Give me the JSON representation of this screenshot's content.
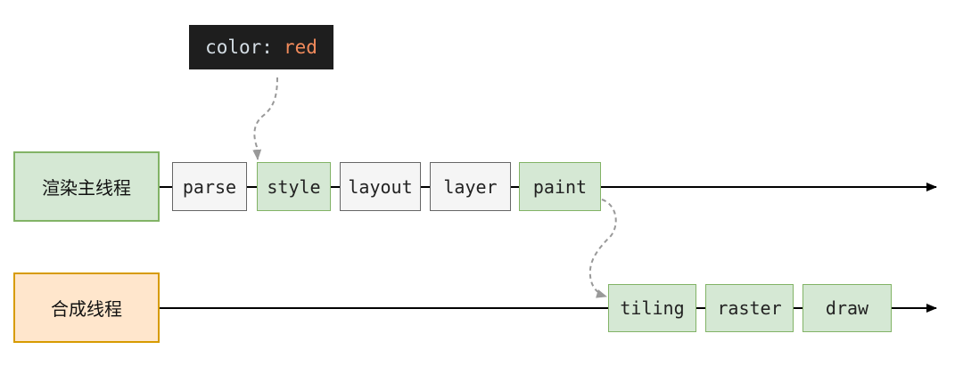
{
  "code_block": {
    "property": "color:",
    "value": "red"
  },
  "threads": {
    "main": "渲染主线程",
    "compositor": "合成线程"
  },
  "main_pipeline": [
    {
      "label": "parse",
      "highlighted": false
    },
    {
      "label": "style",
      "highlighted": true
    },
    {
      "label": "layout",
      "highlighted": false
    },
    {
      "label": "layer",
      "highlighted": false
    },
    {
      "label": "paint",
      "highlighted": true
    }
  ],
  "compositor_pipeline": [
    {
      "label": "tiling",
      "highlighted": true
    },
    {
      "label": "raster",
      "highlighted": true
    },
    {
      "label": "draw",
      "highlighted": true
    }
  ],
  "colors": {
    "green_fill": "#d5e8d4",
    "green_stroke": "#82b366",
    "orange_fill": "#ffe6cc",
    "orange_stroke": "#d79b00",
    "gray_fill": "#f5f5f5",
    "code_bg": "#1e1e1e",
    "code_value": "#f28b5c"
  }
}
